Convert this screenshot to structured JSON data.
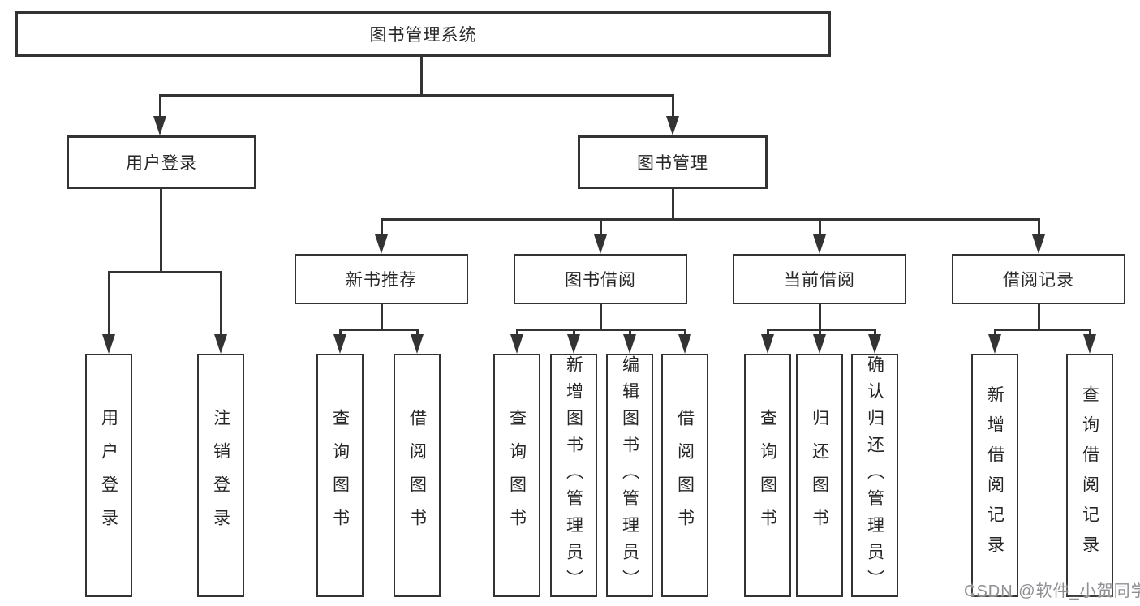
{
  "tree": {
    "root": {
      "label": "图书管理系统"
    },
    "branches": [
      {
        "label": "用户登录",
        "children": [
          {
            "label": "用户登录"
          },
          {
            "label": "注销登录"
          }
        ]
      },
      {
        "label": "图书管理",
        "children": [
          {
            "label": "新书推荐",
            "children": [
              {
                "label": "查询图书"
              },
              {
                "label": "借阅图书"
              }
            ]
          },
          {
            "label": "图书借阅",
            "children": [
              {
                "label": "查询图书"
              },
              {
                "label": "新增图书（管理员）"
              },
              {
                "label": "编辑图书（管理员）"
              },
              {
                "label": "借阅图书"
              }
            ]
          },
          {
            "label": "当前借阅",
            "children": [
              {
                "label": "查询图书"
              },
              {
                "label": "归还图书"
              },
              {
                "label": "确认归还（管理员）"
              }
            ]
          },
          {
            "label": "借阅记录",
            "children": [
              {
                "label": "新增借阅记录"
              },
              {
                "label": "查询借阅记录"
              }
            ]
          }
        ]
      }
    ]
  },
  "watermark": {
    "text": "CSDN @软件_小贺同学"
  },
  "colors": {
    "line": "#333333",
    "background": "#ffffff",
    "text": "#262626",
    "watermark": "#8f8f93"
  }
}
